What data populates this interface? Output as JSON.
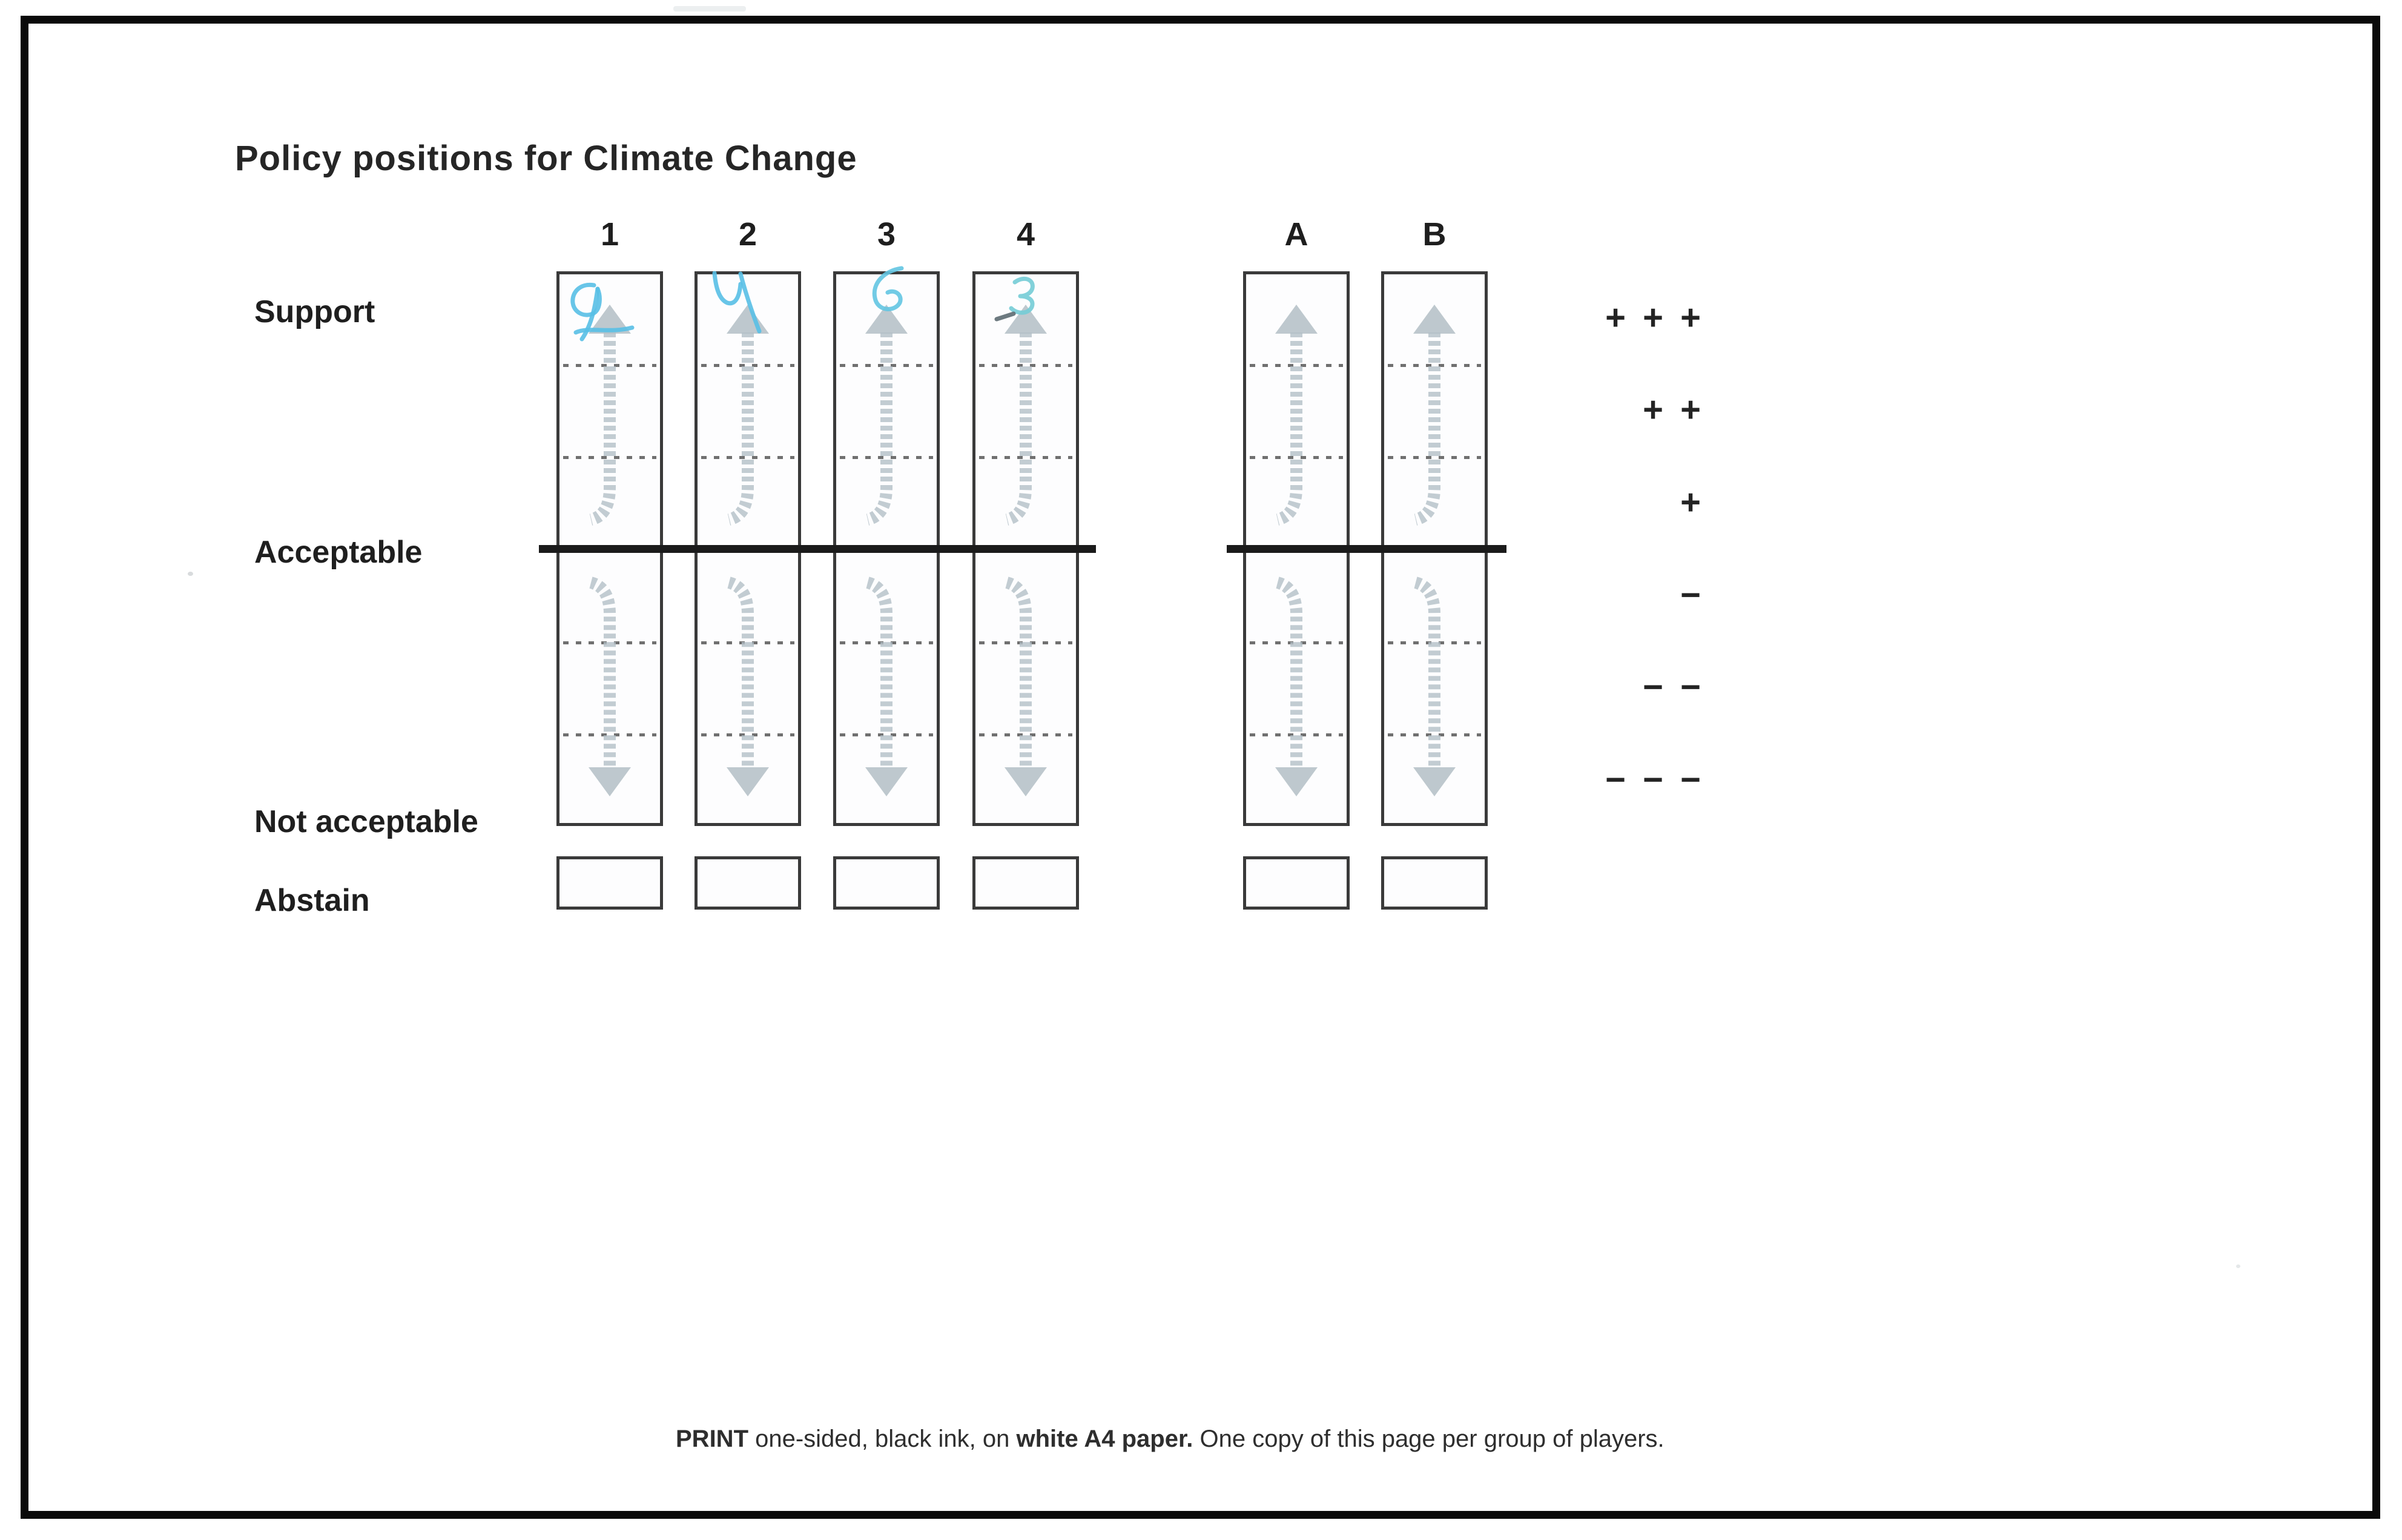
{
  "page": {
    "title": "Policy positions for Climate Change",
    "footer": {
      "print_bold": "PRINT",
      "mid_text": " one-sided, black ink, on ",
      "paper_bold": "white A4 paper.",
      "end_text": " One copy of this page per group of players."
    }
  },
  "scale_labels": {
    "support": "Support",
    "acceptable": "Acceptable",
    "not_acceptable": "Not acceptable",
    "abstain": "Abstain"
  },
  "columns": [
    {
      "label": "1",
      "handwritten_vote": "9",
      "ink_color": "#58bfe5"
    },
    {
      "label": "2",
      "handwritten_vote": "4",
      "ink_color": "#58bfe5"
    },
    {
      "label": "3",
      "handwritten_vote": "6",
      "ink_color": "#63c5e2"
    },
    {
      "label": "4",
      "handwritten_vote": "3",
      "ink_color": "#74ccd6"
    },
    {
      "label": "A",
      "handwritten_vote": null,
      "ink_color": null
    },
    {
      "label": "B",
      "handwritten_vote": null,
      "ink_color": null
    }
  ],
  "legend": {
    "rows": [
      "+ + +",
      "+ +",
      "+",
      "−",
      "− −",
      "− − −"
    ]
  },
  "colors": {
    "arrow": "#b3bfc7",
    "box_border": "#3a3a3a",
    "divider": "#1b1b1b",
    "page_border": "#0a0a0a",
    "ink_blue": "#58bfe5",
    "ink_teal": "#74ccd6"
  }
}
